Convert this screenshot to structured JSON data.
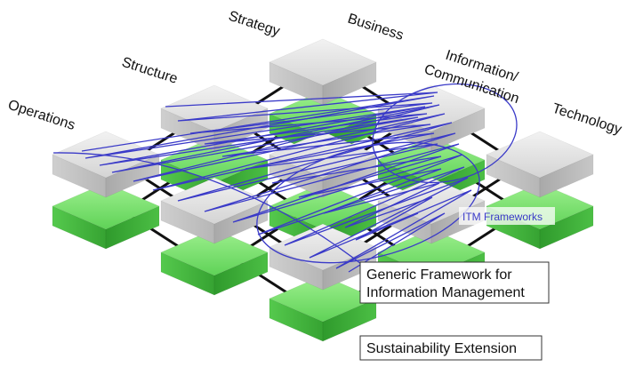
{
  "axis_labels": {
    "operations": "Operations",
    "structure": "Structure",
    "strategy": "Strategy",
    "business": "Business",
    "information_line1": "Information/",
    "information_line2": "Communication",
    "technology": "Technology"
  },
  "callouts": {
    "itm_frameworks": "ITM Frameworks",
    "generic_line1": "Generic Framework for",
    "generic_line2": "Information Management",
    "sustainability": "Sustainability Extension"
  },
  "colors": {
    "grey_top": "#e6e6e6",
    "grey_side": "#bdbdbd",
    "green_top": "#86e07a",
    "green_side": "#3fb83a",
    "connector": "#111111",
    "framework_scribble": "#3a3ac8",
    "callout_border": "#333333"
  }
}
